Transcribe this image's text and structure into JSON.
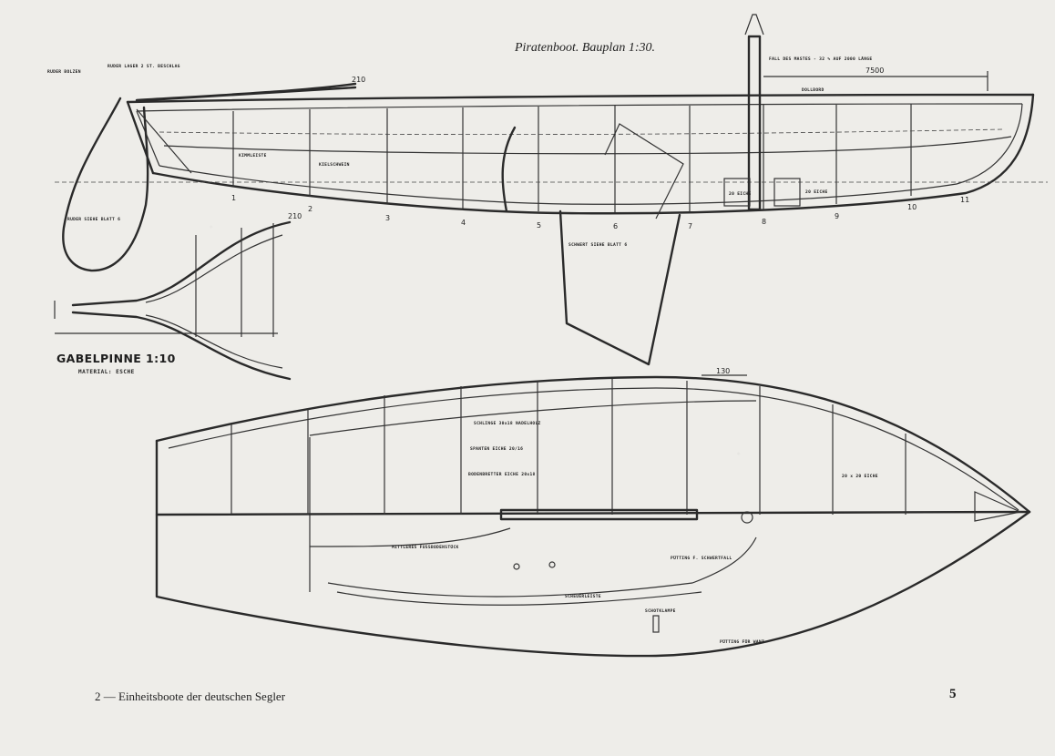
{
  "plan": {
    "title": "Piratenboot. Bauplan 1:30.",
    "tiller_title": "GABELPINNE 1:10",
    "tiller_material": "MATERIAL: ESCHE"
  },
  "footer": {
    "caption": "2 — Einheitsboote der deutschen Segler",
    "page_number": "5"
  },
  "side_view_labels": {
    "fall_mast": "FALL DES MASTES - 32 % AUF 2000 LÄNGE",
    "dim_7500": "7500",
    "dim_210": "210",
    "dim_210b": "210",
    "ruder_bolzen": "RUDER BOLZEN",
    "ruder_lager": "RUDER LAGER 2 ST. BESCHLAG",
    "ruder": "RUDER SIEHE BLATT 6",
    "schwert": "SCHWERT SIEHE BLATT 6",
    "kimmleiste": "KIMMLEISTE",
    "kielschwein": "KIELSCHWEIN",
    "spant_a": "20 EICHE",
    "spant_b": "20 EICHE",
    "dollbord": "DOLLBORD"
  },
  "station_numbers": [
    "1",
    "2",
    "3",
    "4",
    "5",
    "6",
    "7",
    "8",
    "9",
    "10",
    "11"
  ],
  "plan_view_labels": {
    "schlinge": "SCHLINGE 30x18 NADELHOLZ",
    "spanten": "SPANTEN EICHE 20/16",
    "bodenbretter": "BODENBRETTER EICHE 20x18",
    "fussbrett": "MITTLERES FUSSBODENSTÜCK",
    "putting_schwert": "PÜTTING F. SCHWERTFALL",
    "putting_mast": "PÜTTING FÜR WANT",
    "schotklampe": "SCHOTKLAMPE",
    "dim_130": "130",
    "eiche_holz": "20 x 20 EICHE",
    "scheuerleiste": "SCHEUERLEISTE"
  }
}
